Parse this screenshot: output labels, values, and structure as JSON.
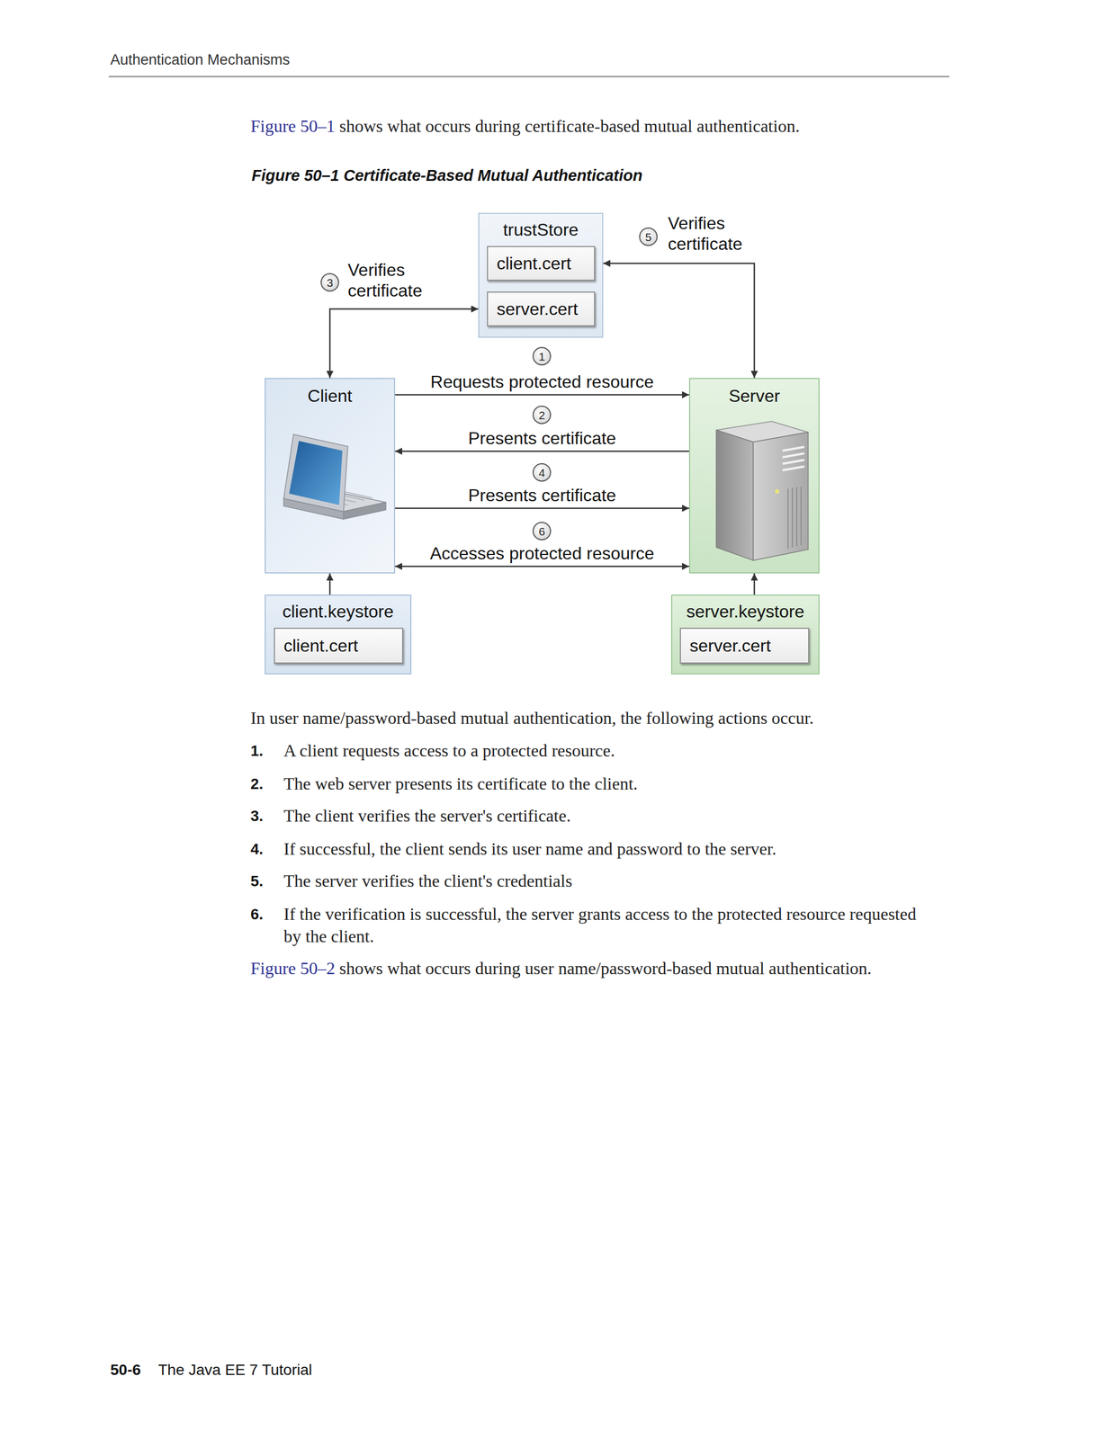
{
  "diagram": {
    "title": "Figure 50–1 Certificate-Based Mutual Authentication",
    "nodes": [
      {
        "text": [
          "trustStore"
        ]
      },
      {
        "text": [
          "client.cert"
        ],
        "in": 0
      },
      {
        "text": [
          "server.cert"
        ],
        "in": 0
      },
      {
        "text": [
          "Client"
        ]
      },
      {
        "text": [
          "Server"
        ]
      },
      {
        "text": [
          "client.keystore"
        ]
      },
      {
        "text": [
          "client.cert"
        ],
        "in": 5
      },
      {
        "text": [
          "server.keystore"
        ]
      },
      {
        "text": [
          "server.cert"
        ],
        "in": 7
      }
    ],
    "edges": [
      {
        "from": 3,
        "to": 0,
        "label": "Verifies certificate",
        "arrow": "both"
      },
      {
        "from": 4,
        "to": 0,
        "label": "Verifies certificate",
        "arrow": "both"
      },
      {
        "from": 3,
        "to": 4,
        "label": "Requests protected resource",
        "arrow": "to"
      },
      {
        "from": 4,
        "to": 3,
        "label": "Presents certificate",
        "arrow": "to"
      },
      {
        "from": 3,
        "to": 4,
        "label": "Presents certificate",
        "arrow": "to"
      },
      {
        "from": 3,
        "to": 4,
        "label": "Accesses protected resource",
        "arrow": "both"
      },
      {
        "from": 5,
        "to": 3,
        "arrow": "to"
      },
      {
        "from": 7,
        "to": 4,
        "arrow": "to"
      }
    ],
    "labels": [
      "Authentication Mechanisms",
      "Figure 50–1",
      "shows what occurs during certificate-based mutual authentication.",
      "5",
      "3",
      "1",
      "2",
      "4",
      "6",
      "In user name/password-based mutual authentication, the following actions occur.",
      "1.",
      "A client requests access to a protected resource.",
      "2.",
      "The web server presents its certificate to the client.",
      "3.",
      "The client verifies the server's certificate.",
      "4.",
      "If successful, the client sends its user name and password to the server.",
      "5.",
      "The server verifies the client's credentials",
      "6.",
      "If the verification is successful, the server grants access to the protected resource requested by the client.",
      "Figure 50–2",
      "shows what occurs during user name/password-based mutual authentication.",
      "50-6",
      "The Java EE 7 Tutorial"
    ]
  }
}
